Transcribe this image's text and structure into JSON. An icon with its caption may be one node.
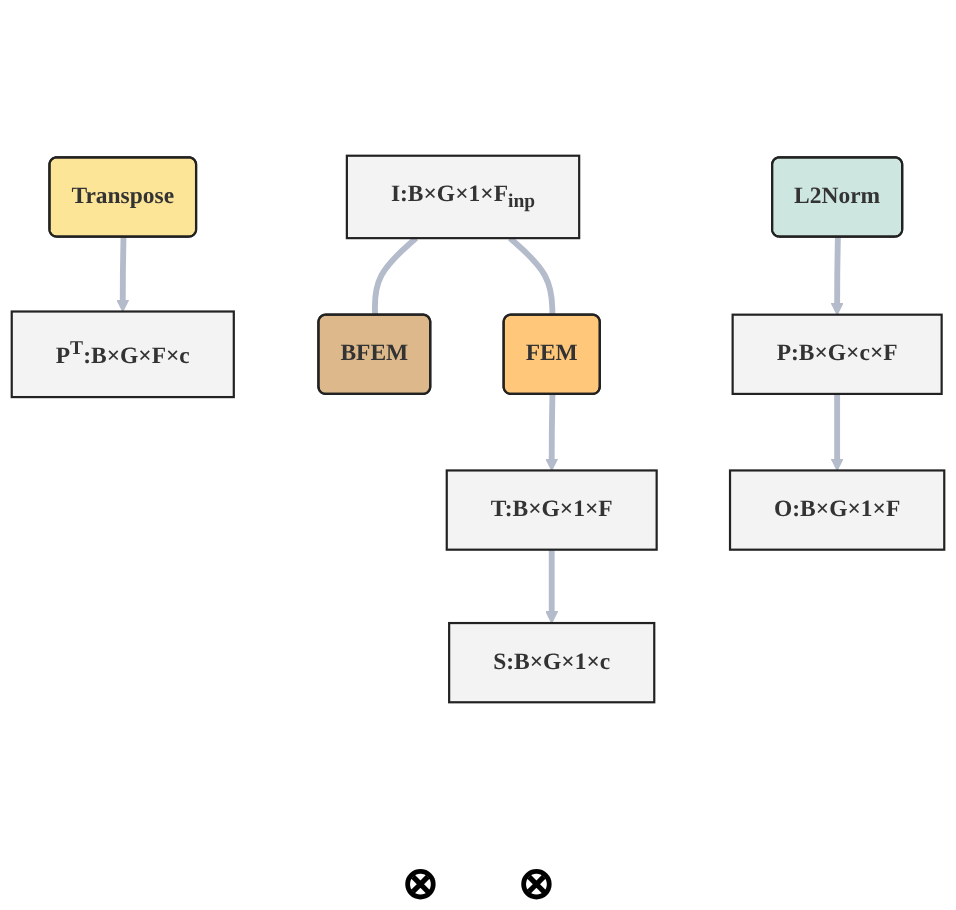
{
  "diagram": {
    "nodes": [
      {
        "text": [
          "I:B×G×1×F$_{inp}$"
        ]
      },
      {
        "text": [
          "BFEM"
        ]
      },
      {
        "text": [
          "L2Norm"
        ]
      },
      {
        "text": [
          "Transpose"
        ]
      },
      {
        "text": [
          "P$^{T}$:B×G×F×c"
        ]
      },
      {
        "text": [
          "P:B×G×c×F"
        ]
      },
      {
        "text": [
          "O:B×G×1×F"
        ]
      },
      {
        "text": [
          "FEM"
        ]
      },
      {
        "text": [
          "T:B×G×1×F"
        ]
      },
      {
        "text": [
          "S:B×G×1×c"
        ]
      }
    ],
    "edges": [
      {
        "from": 0,
        "to": 1,
        "arrow": "none"
      },
      {
        "from": 3,
        "to": 4,
        "arrow": "to"
      },
      {
        "from": 2,
        "to": 5,
        "arrow": "to"
      },
      {
        "from": 5,
        "to": 6,
        "arrow": "to"
      },
      {
        "from": 0,
        "to": 7,
        "arrow": "none"
      },
      {
        "from": 7,
        "to": 8,
        "arrow": "to"
      },
      {
        "from": 8,
        "to": 9,
        "arrow": "to"
      }
    ],
    "labels": [
      "⊗",
      "⊗"
    ]
  }
}
